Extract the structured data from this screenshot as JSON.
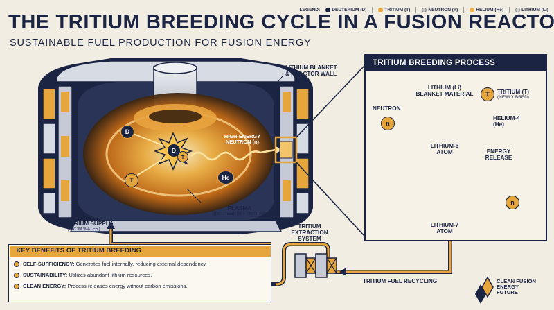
{
  "header": {
    "title": "THE TRITIUM BREEDING CYCLE IN A FUSION REACTOR",
    "subtitle": "SUSTAINABLE FUEL PRODUCTION FOR FUSION ENERGY"
  },
  "legend": {
    "label": "LEGEND:",
    "items": [
      {
        "label": "DEUTERIUM (D)",
        "color": "#1b2443"
      },
      {
        "label": "TRITIUM (T)",
        "color": "#e7a63b"
      },
      {
        "label": "NEUTRON (n)",
        "color": "#c9c9c9"
      },
      {
        "label": "HELIUM (He)",
        "color": "#f0b04a"
      },
      {
        "label": "LITHIUM (Li)",
        "color": "#d8d8d8"
      }
    ]
  },
  "reactor": {
    "blanket_label_1": "LITHIUM BLANKET",
    "blanket_label_2": "& REACTOR WALL",
    "neutron_label_1": "HIGH-ENERGY",
    "neutron_label_2": "NEUTRON (n)",
    "plasma_label": "PLASMA",
    "plasma_sub": "(DEUTERIUM + TRITIUM)",
    "deuterium_label": "DEUTERIUM SUPPLY",
    "deuterium_sub": "(FROM WATER)",
    "particles": {
      "d": "D",
      "t": "T",
      "he": "He"
    }
  },
  "panel": {
    "title": "TRITIUM BREEDING PROCESS",
    "li_label_1": "LITHIUM (Li)",
    "li_label_2": "BLANKET MATERIAL",
    "neutron": "NEUTRON",
    "n_symbol": "n",
    "tritium": "TRITIUM (T)",
    "tritium_sub": "(NEWLY BRED)",
    "t_symbol": "T",
    "helium_1": "HELIUM-4",
    "helium_2": "(He)",
    "li6_1": "LITHIUM-6",
    "li6_2": "ATOM",
    "energy_1": "ENERGY",
    "energy_2": "RELEASE",
    "li7_1": "LITHIUM-7",
    "li7_2": "ATOM"
  },
  "extraction": {
    "label_1": "TRITIUM",
    "label_2": "EXTRACTION",
    "label_3": "SYSTEM",
    "recycling": "TRITIUM FUEL RECYCLING"
  },
  "benefits": {
    "title": "KEY BENEFITS OF TRITIUM BREEDING",
    "items": [
      {
        "bold": "SELF-SUFFICIENCY:",
        "text": " Generates fuel internally, reducing external dependency."
      },
      {
        "bold": "SUSTAINABILITY:",
        "text": " Utilizes abundant lithium resources."
      },
      {
        "bold": "CLEAN ENERGY:",
        "text": " Process releases energy without carbon emissions."
      }
    ]
  },
  "footer": {
    "line1": "CLEAN FUSION",
    "line2": "ENERGY",
    "line3": "FUTURE"
  }
}
